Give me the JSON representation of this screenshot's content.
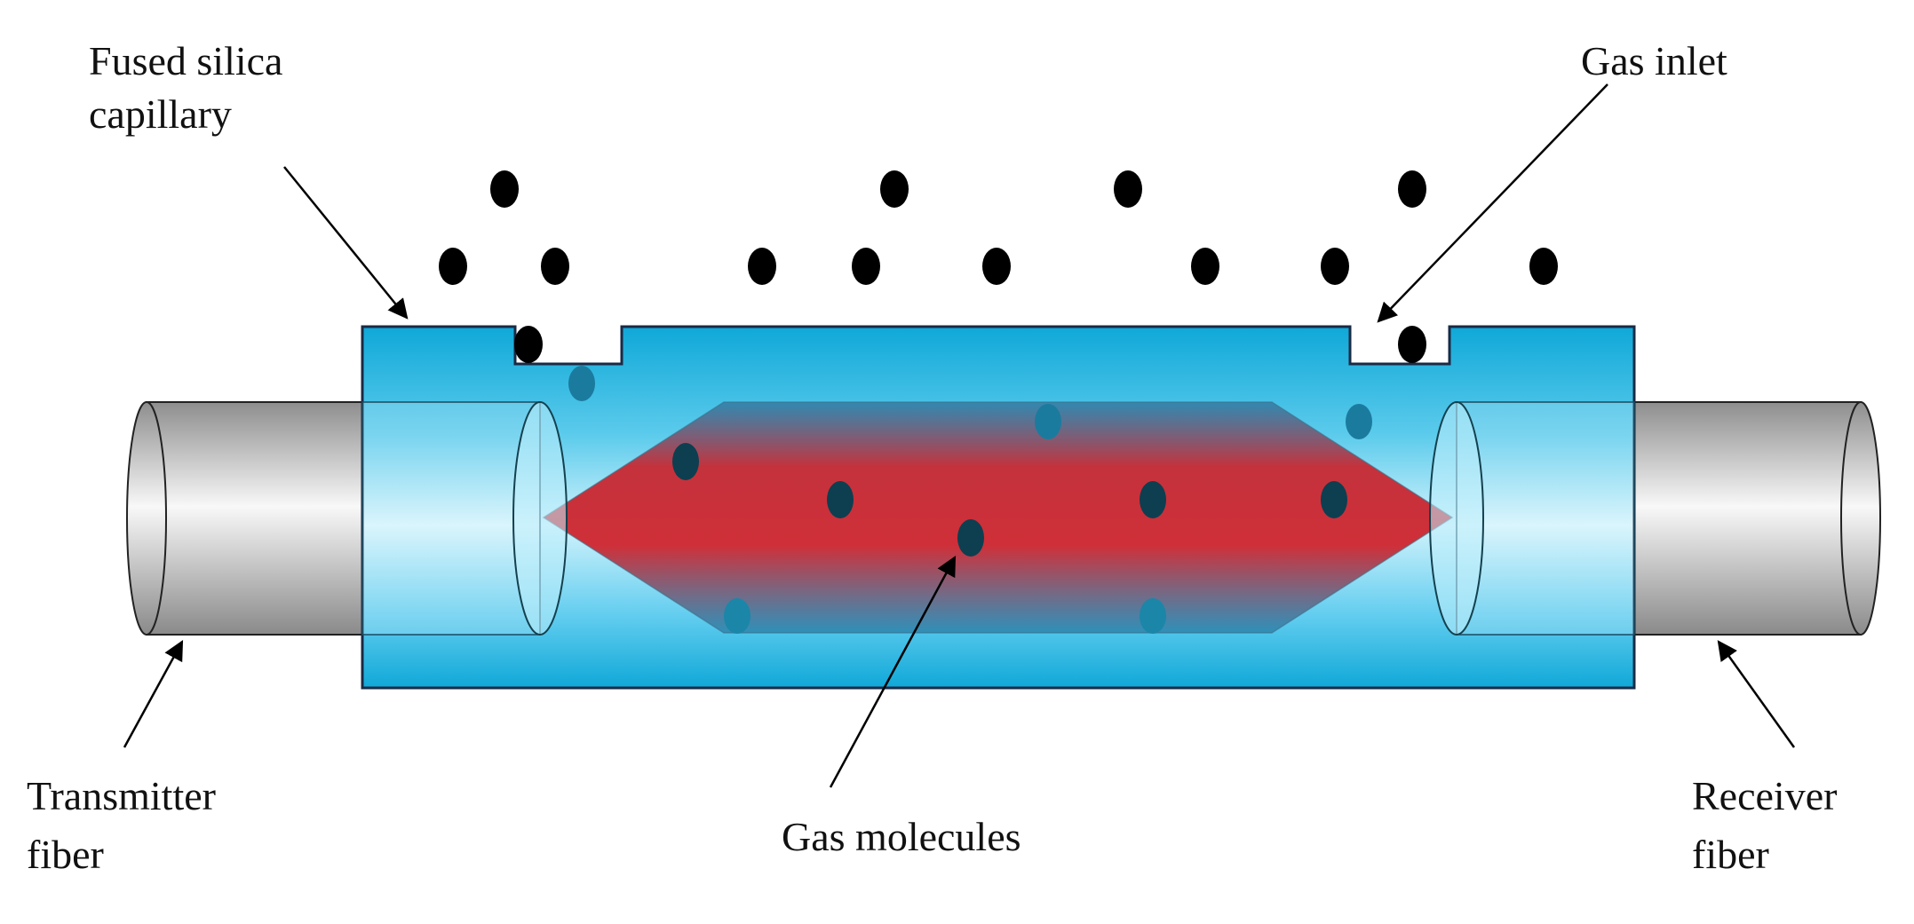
{
  "labels": {
    "capillary_line1": "Fused silica",
    "capillary_line2": "capillary",
    "gas_inlet": "Gas inlet",
    "transmitter_line1": "Transmitter",
    "transmitter_line2": "fiber",
    "gas_molecules": "Gas molecules",
    "receiver_line1": "Receiver",
    "receiver_line2": "fiber"
  },
  "colors": {
    "capillary_fill": "#17b4e0",
    "capillary_light": "#c8f0fb",
    "fiber_light": "#f6f6f6",
    "fiber_dark": "#9a9a9a",
    "beam_red": "#c8303a",
    "molecule_outside": "#000000",
    "molecule_inside": "#0a3a4a"
  }
}
